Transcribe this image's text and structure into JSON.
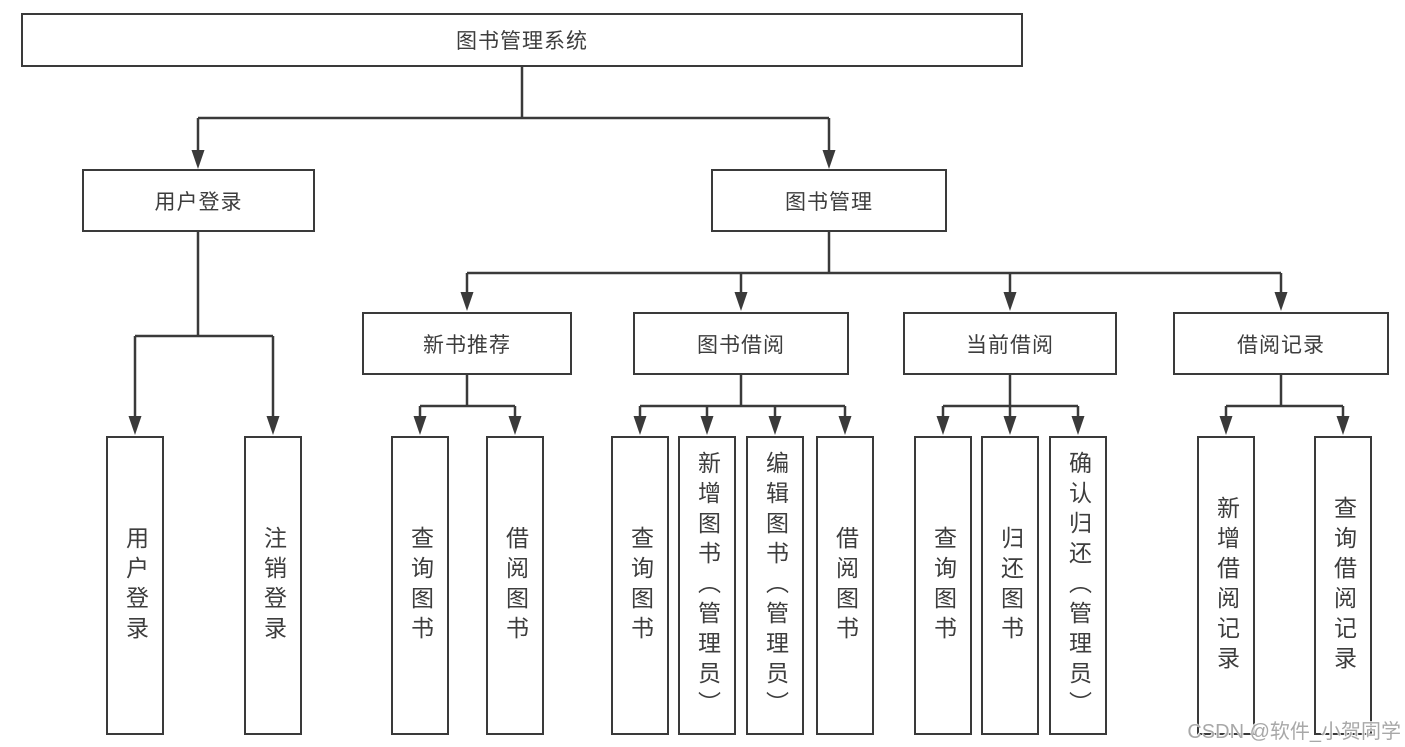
{
  "colors": {
    "line": "#3a3a3a",
    "text": "#3d3d3d",
    "bg": "#ffffff",
    "watermark": "#a8a8a8"
  },
  "tree": {
    "label": "图书管理系统",
    "children": [
      {
        "label": "用户登录",
        "children": [
          {
            "label": "用户登录"
          },
          {
            "label": "注销登录"
          }
        ]
      },
      {
        "label": "图书管理",
        "children": [
          {
            "label": "新书推荐",
            "children": [
              {
                "label": "查询图书"
              },
              {
                "label": "借阅图书"
              }
            ]
          },
          {
            "label": "图书借阅",
            "children": [
              {
                "label": "查询图书"
              },
              {
                "label": "新增图书（管理员）"
              },
              {
                "label": "编辑图书（管理员）"
              },
              {
                "label": "借阅图书"
              }
            ]
          },
          {
            "label": "当前借阅",
            "children": [
              {
                "label": "查询图书"
              },
              {
                "label": "归还图书"
              },
              {
                "label": "确认归还（管理员）"
              }
            ]
          },
          {
            "label": "借阅记录",
            "children": [
              {
                "label": "新增借阅记录"
              },
              {
                "label": "查询借阅记录"
              }
            ]
          }
        ]
      }
    ]
  },
  "watermark": {
    "text": "CSDN @软件_小贺同学"
  }
}
